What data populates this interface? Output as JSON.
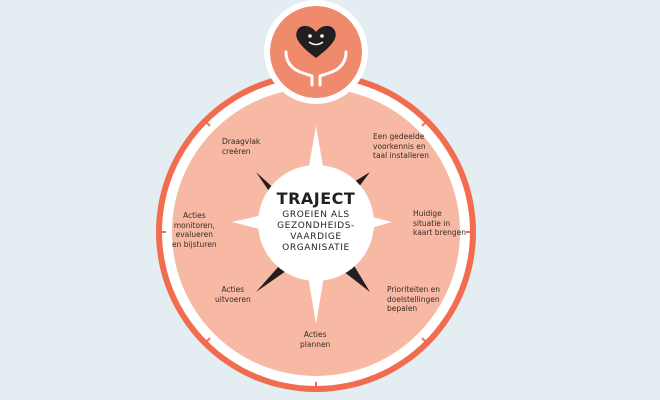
{
  "center": {
    "title": "TRAJECT",
    "subtitle": "GROEIEN ALS\nGEZONDHEIDS-\nVAARDIGE\nORGANISATIE"
  },
  "steps": [
    {
      "label": "Draagvlak\ncreëren"
    },
    {
      "label": "Een gedeelde\nvoorkennis en\ntaal installeren"
    },
    {
      "label": "Huidige\nsituatie in\nkaart brengen"
    },
    {
      "label": "Prioriteiten en\ndoelstellingen\nbepalen"
    },
    {
      "label": "Acties\nplannen"
    },
    {
      "label": "Acties\nuitvoeren"
    },
    {
      "label": "Acties\nmonitoren,\nevalueren\nen bijsturen"
    }
  ],
  "icon": "heart-in-hands-icon",
  "colors": {
    "background": "#e3edf2",
    "ring": "#f26c50",
    "disc": "#f7b9a3",
    "badge": "#f08a6c",
    "star": "#231f20",
    "text": "#3a2b28"
  }
}
